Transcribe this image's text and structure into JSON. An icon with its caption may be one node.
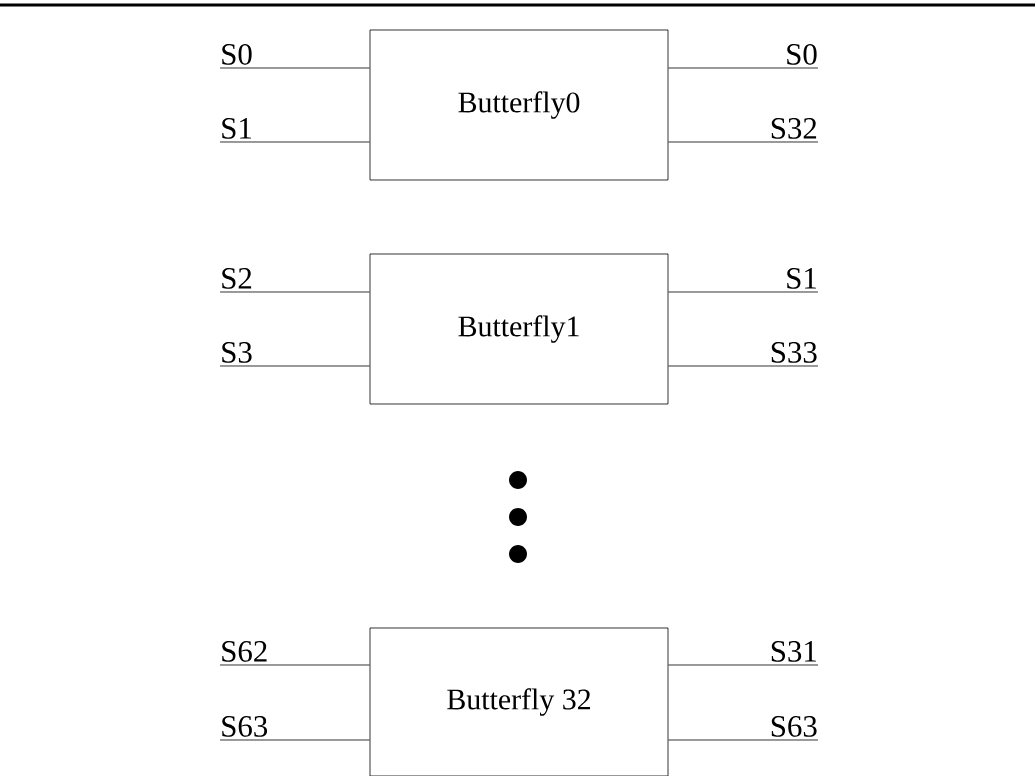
{
  "diagram": {
    "nodes": [
      {
        "text": [
          "Butterfly0"
        ]
      },
      {
        "text": [
          "S0"
        ]
      },
      {
        "text": [
          "S1"
        ]
      },
      {
        "text": [
          "S0"
        ]
      },
      {
        "text": [
          "S32"
        ]
      },
      {
        "text": [
          "Butterfly1"
        ]
      },
      {
        "text": [
          "S2"
        ]
      },
      {
        "text": [
          "S3"
        ]
      },
      {
        "text": [
          "S1"
        ]
      },
      {
        "text": [
          "S33"
        ]
      },
      {
        "text": [
          "Butterfly 32"
        ]
      },
      {
        "text": [
          "S62"
        ]
      },
      {
        "text": [
          "S63"
        ]
      },
      {
        "text": [
          "S31"
        ]
      },
      {
        "text": [
          "S63"
        ]
      }
    ],
    "edges": [
      {
        "from": 1,
        "to": 0,
        "arrow": "none"
      },
      {
        "from": 2,
        "to": 0,
        "arrow": "none"
      },
      {
        "from": 0,
        "to": 3,
        "arrow": "none"
      },
      {
        "from": 0,
        "to": 4,
        "arrow": "none"
      },
      {
        "from": 6,
        "to": 5,
        "arrow": "none"
      },
      {
        "from": 7,
        "to": 5,
        "arrow": "none"
      },
      {
        "from": 5,
        "to": 8,
        "arrow": "none"
      },
      {
        "from": 5,
        "to": 9,
        "arrow": "none"
      },
      {
        "from": 11,
        "to": 10,
        "arrow": "none"
      },
      {
        "from": 12,
        "to": 10,
        "arrow": "none"
      },
      {
        "from": 10,
        "to": 13,
        "arrow": "none"
      },
      {
        "from": 10,
        "to": 14,
        "arrow": "none"
      }
    ]
  }
}
